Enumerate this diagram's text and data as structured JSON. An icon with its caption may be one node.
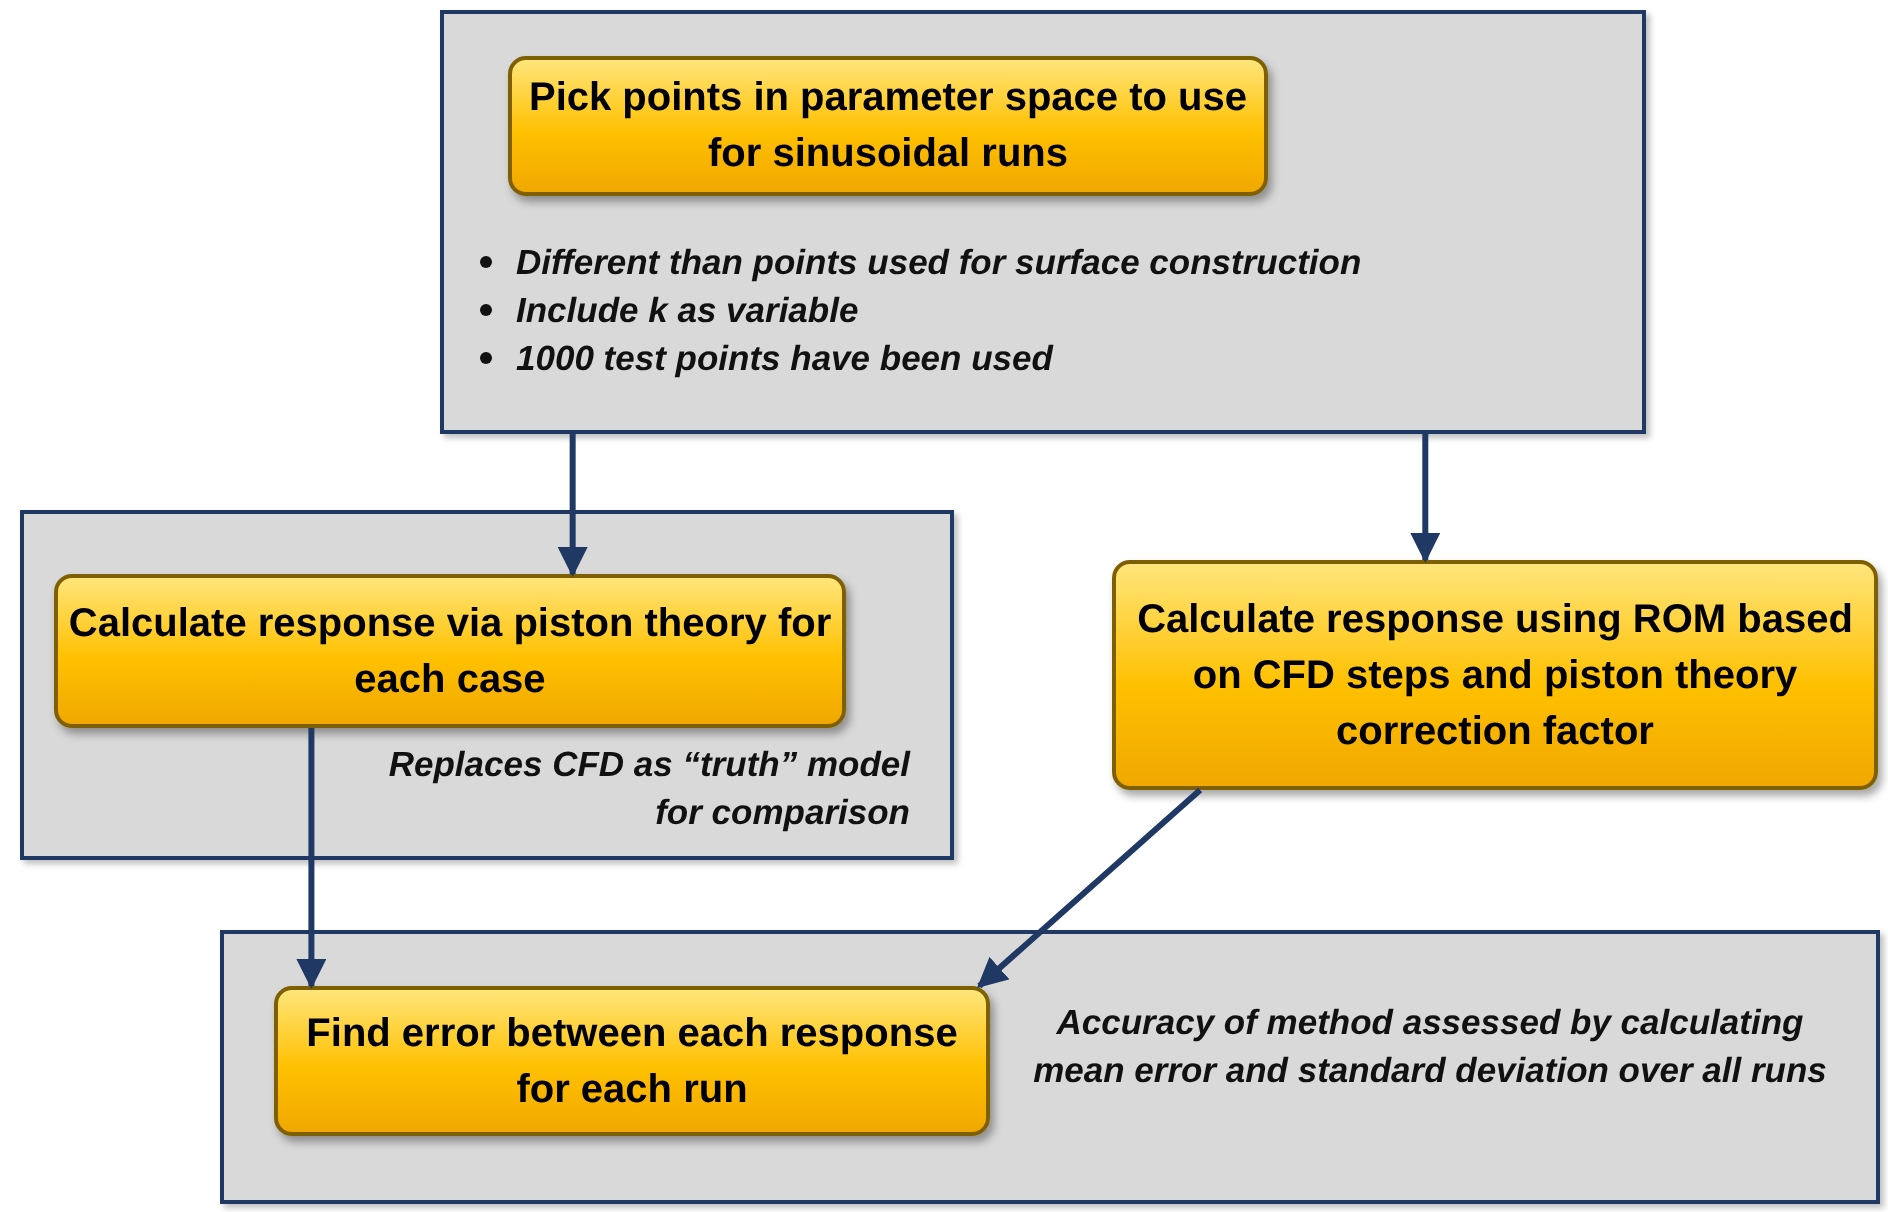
{
  "diagram": {
    "nodes": [
      {
        "text": [
          "Different than points used for surface construction",
          "Include k as variable",
          "1000 test points have been used"
        ]
      },
      {
        "text": [
          "Pick points in parameter space to use for sinusoidal runs"
        ],
        "in": 0
      },
      {
        "text": [
          "Replaces CFD as “truth” model for comparison"
        ]
      },
      {
        "text": [
          "Calculate response via piston theory for each case"
        ],
        "in": 2
      },
      {
        "text": [
          "Calculate response using ROM based on CFD steps and piston theory correction factor"
        ]
      },
      {
        "text": [
          "Accuracy of method assessed by calculating mean error and standard deviation over all runs"
        ]
      },
      {
        "text": [
          "Find error between each response for each run"
        ],
        "in": 5
      }
    ],
    "edges": [
      {
        "from": 0,
        "to": 3,
        "arrow": "to"
      },
      {
        "from": 0,
        "to": 4,
        "arrow": "to"
      },
      {
        "from": 3,
        "to": 6,
        "arrow": "to"
      },
      {
        "from": 4,
        "to": 6,
        "arrow": "to"
      }
    ]
  }
}
